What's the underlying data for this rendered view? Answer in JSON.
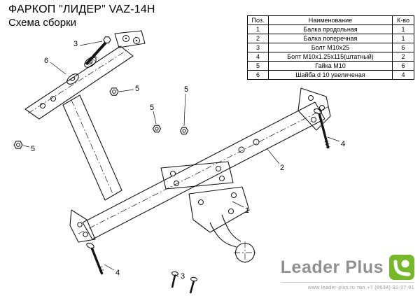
{
  "title": "ФАРКОП \"ЛИДЕР\" VAZ-14H",
  "subtitle": "Схема сборки",
  "table": {
    "headers": {
      "pos": "Поз.",
      "name": "Наименование",
      "qty": "К-во"
    },
    "rows": [
      {
        "pos": "1",
        "name": "Балка продольная",
        "qty": "1"
      },
      {
        "pos": "2",
        "name": "Балка поперечная",
        "qty": "1"
      },
      {
        "pos": "3",
        "name": "Болт М10х25",
        "qty": "6"
      },
      {
        "pos": "4",
        "name": "Болт М10х1.25х115(штатный)",
        "qty": "2"
      },
      {
        "pos": "5",
        "name": "Гайка  М10",
        "qty": "6"
      },
      {
        "pos": "6",
        "name": "Шайба d 10 увеличеная",
        "qty": "4"
      }
    ]
  },
  "callouts": {
    "c1": "1",
    "c2": "2",
    "c3": "3",
    "c4": "4",
    "c5": "5",
    "c6": "6"
  },
  "logo": {
    "brand": "Leader Plus",
    "contact": "www.leader-plus.ru   тел.+7 (8634) 32-37-91",
    "green": "#76b82a",
    "gray": "#8f9092"
  }
}
